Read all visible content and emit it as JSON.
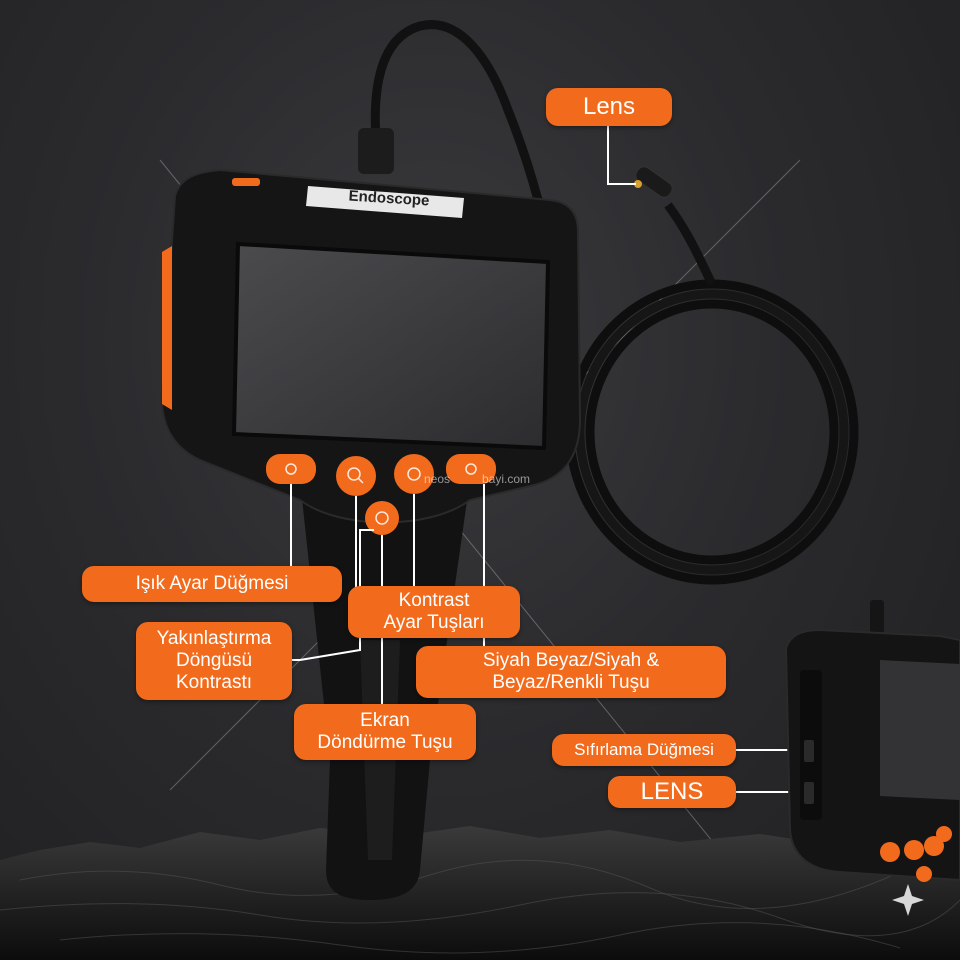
{
  "device": {
    "brand_plate": "Endoscope"
  },
  "labels": {
    "lens_top": "Lens",
    "light_adjust": "Işık Ayar Düğmesi",
    "contrast_keys": "Kontrast\nAyar Tuşları",
    "zoom_cycle": "Yakınlaştırma\nDöngüsü\nKontrastı",
    "bw_color": "Siyah Beyaz/Siyah &\nBeyaz/Renkli Tuşu",
    "screen_rotate": "Ekran\nDöndürme Tuşu",
    "reset": "Sıfırlama Düğmesi",
    "lens_side": "LENS"
  },
  "watermark": {
    "left": "neos",
    "right": "bayi.com"
  },
  "colors": {
    "accent": "#f26b1d",
    "body": "#141414",
    "background": "#2a2a2c"
  }
}
